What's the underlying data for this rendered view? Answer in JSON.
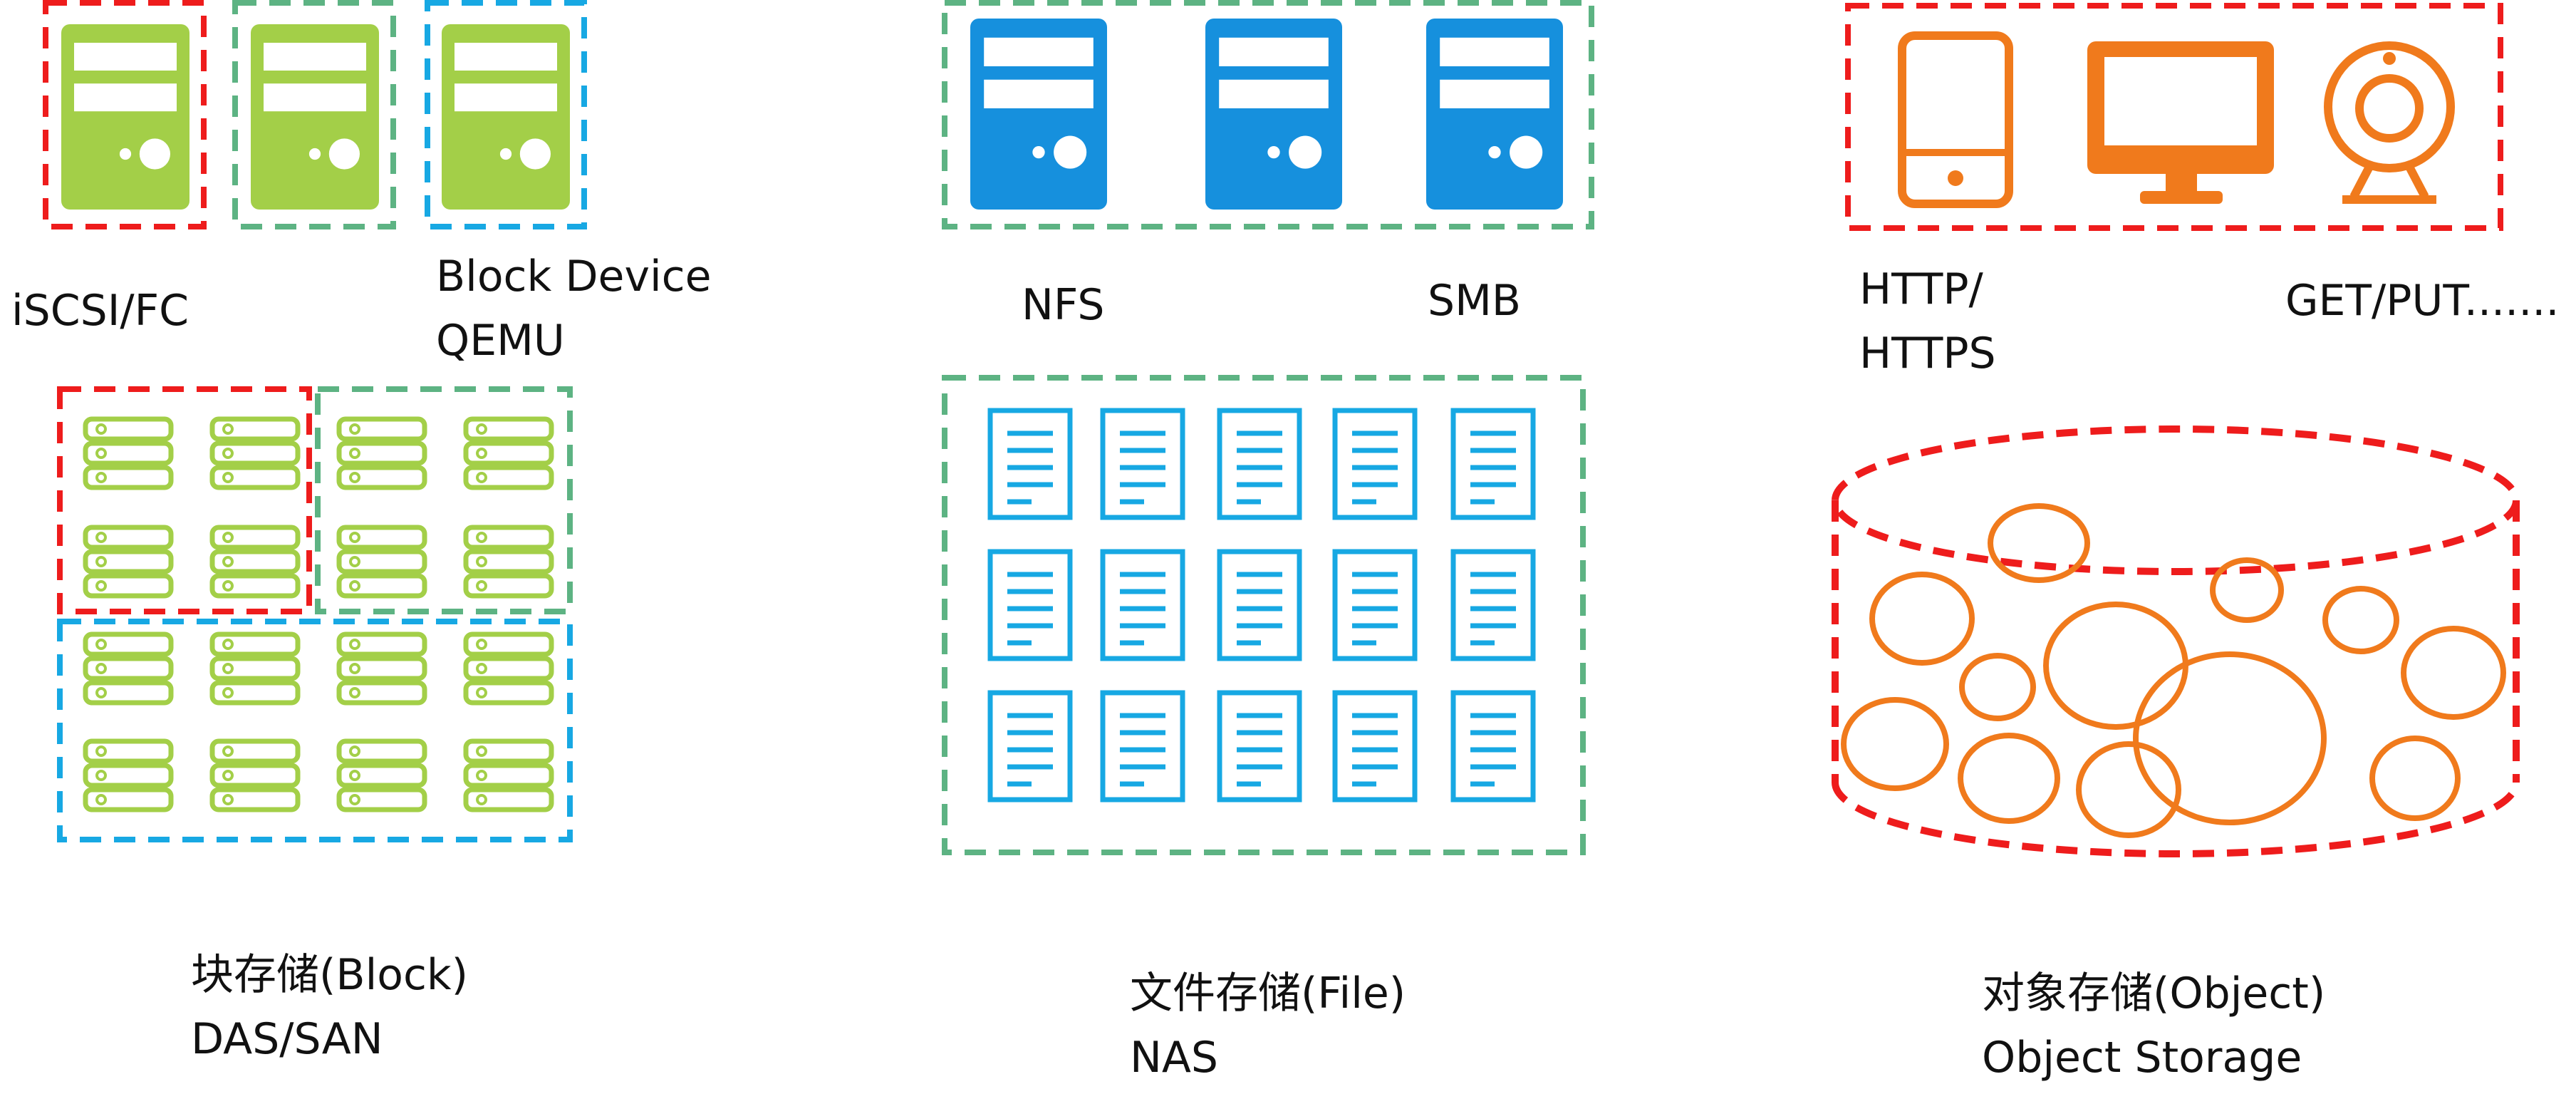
{
  "colors": {
    "red": "#ee1c1c",
    "green": "#5db383",
    "blue": "#17a8e3",
    "lime": "#a3cf48",
    "server_blue": "#1690dd",
    "orange": "#f07a1c",
    "text": "#111111"
  },
  "block": {
    "protocol_label": "iSCSI/FC",
    "device_label_line1": "Block Device",
    "device_label_line2": "QEMU",
    "caption_line1": "块存储(Block)",
    "caption_line2": "DAS/SAN",
    "server_icon": "server-tower-icon",
    "disk_icon": "disk-stack-icon"
  },
  "file": {
    "protocol_left": "NFS",
    "protocol_right": "SMB",
    "caption_line1": "文件存储(File)",
    "caption_line2": "NAS",
    "server_icon": "server-tower-icon",
    "file_icon": "document-icon"
  },
  "object": {
    "protocol_line1": "HTTP/",
    "protocol_line2": "HTTPS",
    "methods_label": "GET/PUT.......",
    "caption_line1": "对象存储(Object)",
    "caption_line2": "Object Storage",
    "device_icons": [
      "smartphone-icon",
      "monitor-icon",
      "webcam-icon"
    ],
    "object_icon": "object-bubble-icon"
  }
}
